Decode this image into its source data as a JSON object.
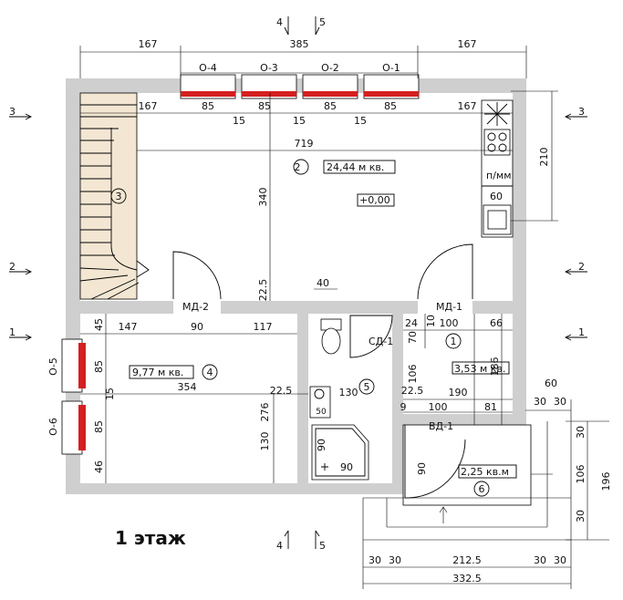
{
  "title": "1 этаж",
  "rooms": {
    "r1": {
      "num": "1",
      "area": "3,53 м кв."
    },
    "r2": {
      "num": "2",
      "area": "24,44 м кв.",
      "level": "+0,00"
    },
    "r3": {
      "num": "3"
    },
    "r4": {
      "num": "4",
      "area": "9,77 м кв."
    },
    "r5": {
      "num": "5"
    },
    "r6": {
      "num": "6",
      "area": "2,25 кв.м"
    }
  },
  "doors": {
    "md1": "МД-1",
    "md2": "МД-2",
    "sd1": "СД-1",
    "vd1": "ВД-1"
  },
  "windows": {
    "o1": "О-1",
    "o2": "О-2",
    "o3": "О-3",
    "o4": "О-4",
    "o5": "О-5",
    "o6": "О-6"
  },
  "sections": {
    "s1": "1",
    "s2": "2",
    "s3": "3",
    "s4": "4",
    "s5": "5"
  },
  "kitchen": {
    "counter": "п/мм",
    "counter_w": "60"
  },
  "dims": {
    "top_left": "167",
    "top_mid": "385",
    "top_right": "167",
    "inner_167a": "167",
    "w85": "85",
    "g15": "15",
    "inner_167b": "167",
    "hall_w": "719",
    "hall_h": "340",
    "d22_5a": "22.5",
    "d40": "40",
    "right_210": "210",
    "r4_45": "45",
    "r4_147": "147",
    "r4_90": "90",
    "r4_117": "117",
    "r4_85a": "85",
    "r4_85b": "85",
    "r4_46": "46",
    "r4_15": "15",
    "r4_354": "354",
    "r4_22_5": "22.5",
    "r4_276": "276",
    "r4_130": "130",
    "b_130": "130",
    "b_50": "50",
    "sh_90a": "90",
    "sh_90b": "90",
    "r1_24": "24",
    "r1_10": "10",
    "r1_100": "100",
    "r1_66": "66",
    "r1_70": "70",
    "r1_106": "106",
    "r1_186": "186",
    "r1_22_5": "22.5",
    "r1_190": "190",
    "r1_9": "9",
    "r1_100b": "100",
    "r1_81": "81",
    "p_60": "60",
    "p_30a": "30",
    "p_30b": "30",
    "p_v30a": "30",
    "p_v106": "106",
    "p_v30b": "30",
    "p_v196": "196",
    "p_90": "90",
    "b_30a": "30",
    "b_30b": "30",
    "b_212_5": "212.5",
    "b_30c": "30",
    "b_30d": "30",
    "b_332_5": "332.5"
  }
}
